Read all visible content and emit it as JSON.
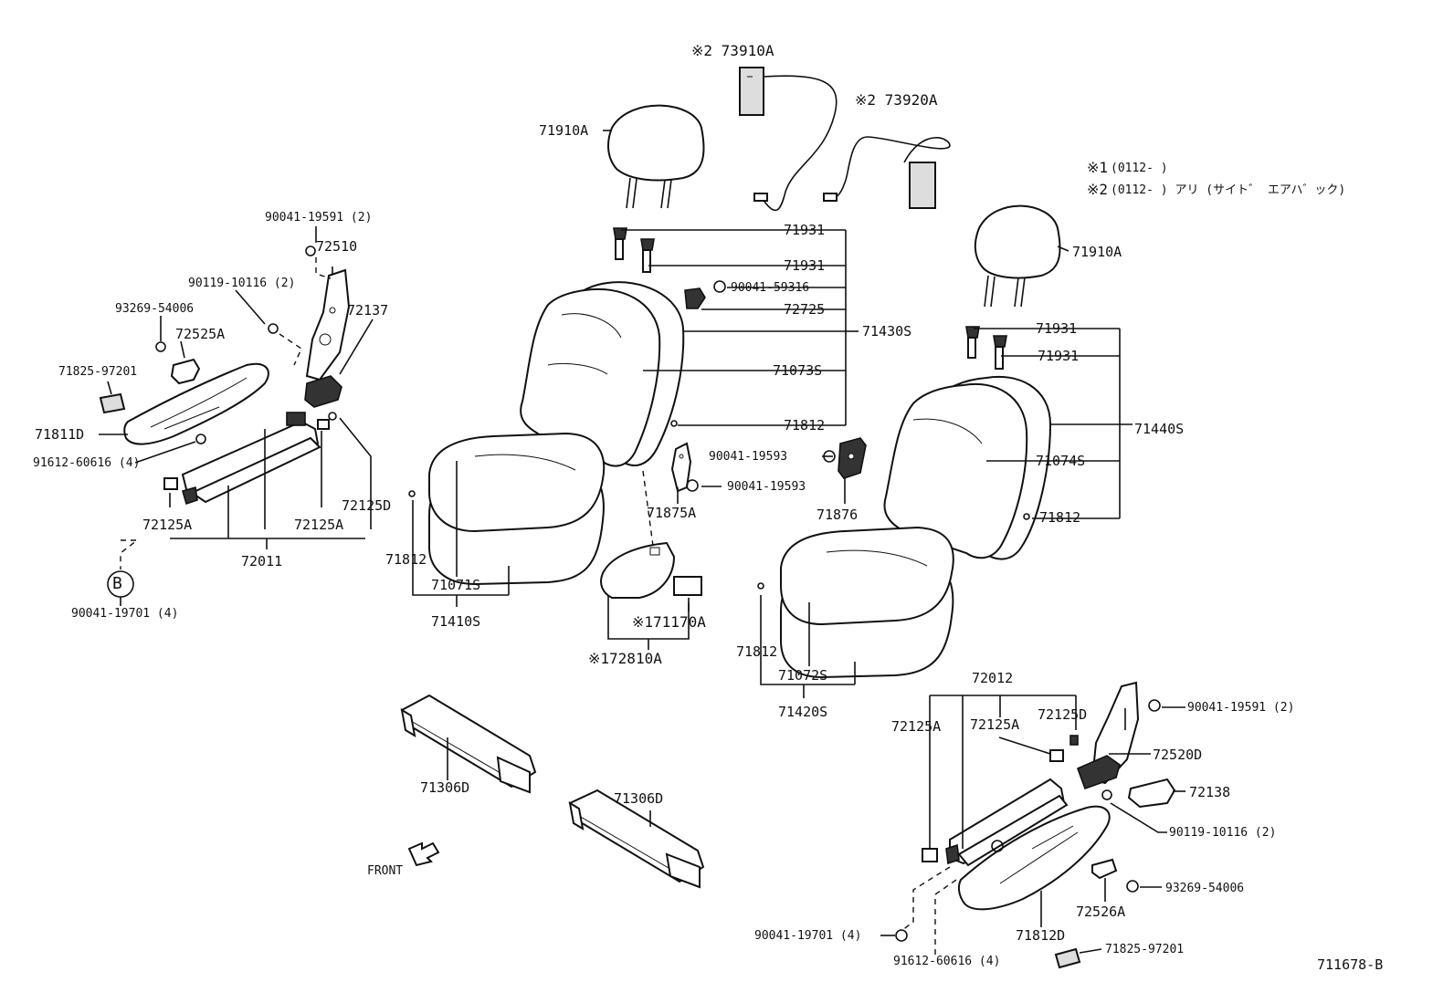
{
  "diagram_id": "711678-B",
  "notes": {
    "note1_mark": "※1",
    "note1_text": "(0112-        )",
    "note2_mark": "※2",
    "note2_text": "(0112-        ) アリ (サイト゛ エアハ゛ック)"
  },
  "marker_B": "B",
  "front_label": "FRONT",
  "labels": {
    "p73910A": "※2 73910A",
    "p73920A": "※2 73920A",
    "p71910A_left": "71910A",
    "p71910A_right": "71910A",
    "p71931_a": "71931",
    "p71931_b": "71931",
    "p71931_c": "71931",
    "p71931_d": "71931",
    "p90041_59316": "90041-59316",
    "p72725": "72725",
    "p71430S": "71430S",
    "p71073S": "71073S",
    "p71812_a": "71812",
    "p71812_b": "71812",
    "p71812_c": "71812",
    "p71812_d": "71812",
    "p71440S": "71440S",
    "p71074S": "71074S",
    "p90041_19593_a": "90041-19593",
    "p90041_19593_b": "90041-19593",
    "p71875A": "71875A",
    "p71876": "71876",
    "p71071S": "71071S",
    "p71410S": "71410S",
    "p171170A": "※171170A",
    "p172810A": "※172810A",
    "p71072S": "71072S",
    "p71420S": "71420S",
    "p90041_19591_l": "90041-19591 (2)",
    "p72510": "72510",
    "p90119_10116_l": "90119-10116 (2)",
    "p93269_54006_l": "93269-54006",
    "p72137": "72137",
    "p72525A": "72525A",
    "p71825_97201_l": "71825-97201",
    "p71811D": "71811D",
    "p91612_60616_l": "91612-60616 (4)",
    "p72125D_l": "72125D",
    "p72125A_l1": "72125A",
    "p72125A_l2": "72125A",
    "p72011": "72011",
    "p90041_19701_l": "90041-19701 (4)",
    "p71306D_a": "71306D",
    "p71306D_b": "71306D",
    "p72012": "72012",
    "p72125A_r1": "72125A",
    "p72125A_r2": "72125A",
    "p72125D_r": "72125D",
    "p90041_19591_r": "90041-19591 (2)",
    "p72520D": "72520D",
    "p72138": "72138",
    "p90119_10116_r": "90119-10116 (2)",
    "p93269_54006_r": "93269-54006",
    "p72526A": "72526A",
    "p71812D": "71812D",
    "p71825_97201_r": "71825-97201",
    "p90041_19701_r": "90041-19701 (4)",
    "p91612_60616_r": "91612-60616 (4)"
  }
}
